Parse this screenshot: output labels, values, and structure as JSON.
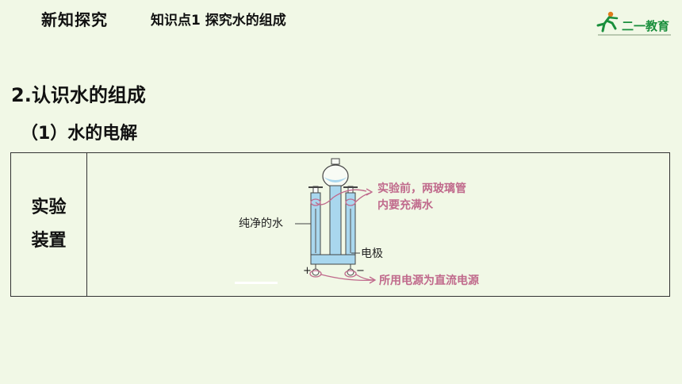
{
  "header": {
    "section": "新知探究",
    "topic": "知识点1  探究水的组成"
  },
  "logo": {
    "text": "二一教育"
  },
  "heading": "2.认识水的组成",
  "subheading": "（1）水的电解",
  "table": {
    "label_line1": "实验",
    "label_line2": "装置"
  },
  "figure": {
    "label_pure_water": "纯净的水",
    "label_electrode": "电极",
    "note_fill_line1": "实验前，两玻璃管",
    "note_fill_line2": "内要充满水",
    "note_dc": "所用电源为直流电源",
    "sign_plus": "+",
    "sign_minus": "−",
    "colors": {
      "water": "#a9d7ee",
      "annotation": "#c06a8c",
      "outline": "#444444"
    }
  }
}
